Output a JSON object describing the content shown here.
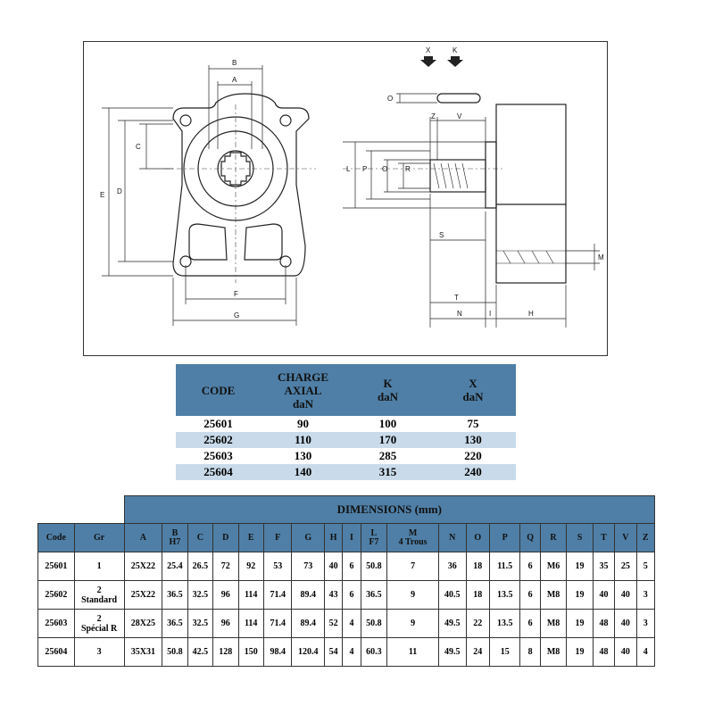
{
  "drawing": {
    "labels": {
      "A": "A",
      "B": "B",
      "C": "C",
      "D": "D",
      "E": "E",
      "F": "F",
      "G": "G",
      "X": "X",
      "K": "K",
      "O": "O",
      "Z": "Z",
      "V": "V",
      "L": "L",
      "P": "P",
      "R": "R",
      "S": "S",
      "T": "T",
      "N": "N",
      "I": "I",
      "H": "H",
      "M": "M"
    }
  },
  "load_table": {
    "headers": {
      "code": "CODE",
      "charge_1": "CHARGE",
      "charge_2": "AXIAL",
      "charge_3": "daN",
      "k_1": "K",
      "k_2": "daN",
      "x_1": "X",
      "x_2": "daN"
    },
    "rows": [
      {
        "code": "25601",
        "charge": "90",
        "k": "100",
        "x": "75"
      },
      {
        "code": "25602",
        "charge": "110",
        "k": "170",
        "x": "130"
      },
      {
        "code": "25603",
        "charge": "130",
        "k": "285",
        "x": "220"
      },
      {
        "code": "25604",
        "charge": "140",
        "k": "315",
        "x": "240"
      }
    ]
  },
  "dim_table": {
    "title": "DIMENSIONS (mm)",
    "headers": {
      "code": "Code",
      "gr": "Gr",
      "a": "A",
      "b_1": "B",
      "b_2": "H7",
      "c": "C",
      "d": "D",
      "e": "E",
      "f": "F",
      "g": "G",
      "h": "H",
      "i": "I",
      "l_1": "L",
      "l_2": "F7",
      "m_1": "M",
      "m_2": "4 Trous",
      "n": "N",
      "o": "O",
      "p": "P",
      "q": "Q",
      "r": "R",
      "s": "S",
      "t": "T",
      "v": "V",
      "z": "Z"
    },
    "rows": [
      {
        "code": "25601",
        "gr_1": "1",
        "gr_2": "",
        "a": "25X22",
        "b": "25.4",
        "c": "26.5",
        "d": "72",
        "e": "92",
        "f": "53",
        "g": "73",
        "h": "40",
        "i": "6",
        "l": "50.8",
        "m": "7",
        "n": "36",
        "o": "18",
        "p": "11.5",
        "q": "6",
        "r": "M6",
        "s": "19",
        "t": "35",
        "v": "25",
        "z": "5"
      },
      {
        "code": "25602",
        "gr_1": "2",
        "gr_2": "Standard",
        "a": "25X22",
        "b": "36.5",
        "c": "32.5",
        "d": "96",
        "e": "114",
        "f": "71.4",
        "g": "89.4",
        "h": "43",
        "i": "6",
        "l": "36.5",
        "m": "9",
        "n": "40.5",
        "o": "18",
        "p": "13.5",
        "q": "6",
        "r": "M8",
        "s": "19",
        "t": "40",
        "v": "40",
        "z": "3"
      },
      {
        "code": "25603",
        "gr_1": "2",
        "gr_2": "Spécial R",
        "a": "28X25",
        "b": "36.5",
        "c": "32.5",
        "d": "96",
        "e": "114",
        "f": "71.4",
        "g": "89.4",
        "h": "52",
        "i": "4",
        "l": "50.8",
        "m": "9",
        "n": "49.5",
        "o": "22",
        "p": "13.5",
        "q": "6",
        "r": "M8",
        "s": "19",
        "t": "48",
        "v": "40",
        "z": "3"
      },
      {
        "code": "25604",
        "gr_1": "3",
        "gr_2": "",
        "a": "35X31",
        "b": "50.8",
        "c": "42.5",
        "d": "128",
        "e": "150",
        "f": "98.4",
        "g": "120.4",
        "h": "54",
        "i": "4",
        "l": "60.3",
        "m": "11",
        "n": "49.5",
        "o": "24",
        "p": "15",
        "q": "8",
        "r": "M8",
        "s": "19",
        "t": "48",
        "v": "40",
        "z": "4"
      }
    ]
  }
}
